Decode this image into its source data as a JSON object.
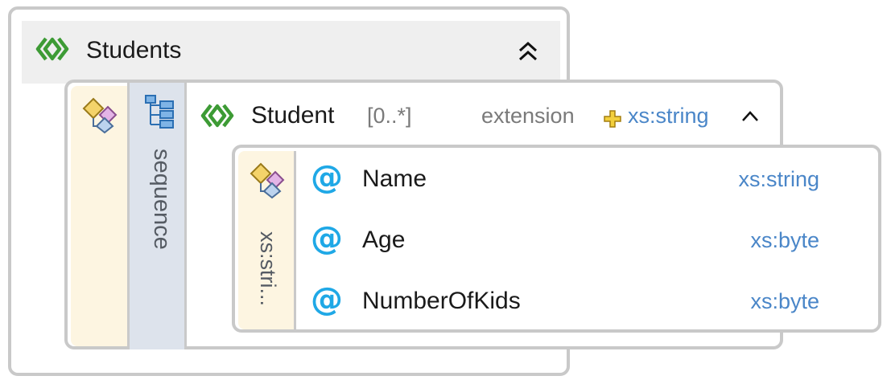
{
  "students": {
    "title": "Students"
  },
  "student": {
    "title": "Student",
    "occurrence": "[0..*]",
    "derivation": "extension",
    "base_type": "xs:string",
    "compositor": "sequence"
  },
  "extension_box": {
    "strip_label": "xs:stri...",
    "attributes": [
      {
        "symbol": "@",
        "name": "Name",
        "type": "xs:string"
      },
      {
        "symbol": "@",
        "name": "Age",
        "type": "xs:byte"
      },
      {
        "symbol": "@",
        "name": "NumberOfKids",
        "type": "xs:byte"
      }
    ]
  },
  "colors": {
    "element_icon": "#3d9b35",
    "attribute_icon": "#1fa8e6",
    "type_link": "#4a86c8",
    "box_border": "#c9c9c9",
    "attribute_strip": "#fdf5e1",
    "compositor_strip": "#dde3ec"
  }
}
